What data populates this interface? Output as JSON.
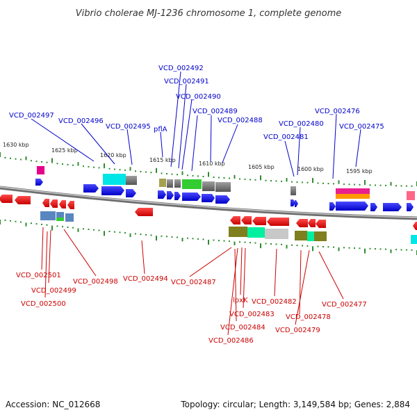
{
  "title": "Vibrio cholerae MJ-1236 chromosome 1, complete genome",
  "footer": {
    "accession": "Accession: NC_012668",
    "summary": "Topology: circular; Length: 3,149,584 bp; Genes: 2,884"
  },
  "colors": {
    "forward_label": "#0000cc",
    "reverse_label": "#cc0000",
    "forward_gene": "#1a1aff",
    "reverse_gene": "#ff1a1a",
    "tick": "#2e8b2e",
    "backbone": "#8a8a8a"
  },
  "scale": {
    "unit": "kbp",
    "ticks": [
      "1630 kbp",
      "1625 kbp",
      "1620 kbp",
      "1615 kbp",
      "1610 kbp",
      "1605 kbp",
      "1600 kbp",
      "1595 kbp"
    ]
  },
  "forward_genes": [
    "VCD_002497",
    "VCD_002496",
    "VCD_002495",
    "pflA",
    "VCD_002492",
    "VCD_002491",
    "VCD_002490",
    "VCD_002489",
    "VCD_002488",
    "VCD_002481",
    "VCD_002480",
    "VCD_002476",
    "VCD_002475"
  ],
  "reverse_genes": [
    "VCD_002501",
    "VCD_002499",
    "VCD_002500",
    "VCD_002498",
    "VCD_002494",
    "VCD_002487",
    "lpxK",
    "VCD_002483",
    "VCD_002484",
    "VCD_002486",
    "VCD_002482",
    "VCD_002479",
    "VCD_002478",
    "VCD_002477"
  ]
}
